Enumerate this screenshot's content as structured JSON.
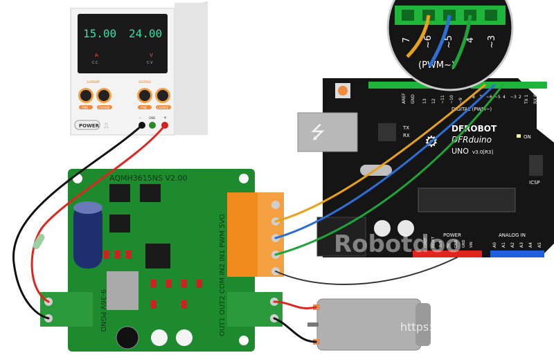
{
  "power_supply": {
    "display_current": "15.00",
    "display_voltage": "24.00",
    "cc_label": "C.C",
    "cv_label": "C.V",
    "current_knob_label": "CURRENT",
    "voltage_knob_label": "VOLTAGE",
    "fine_label": "FINE",
    "coarse_label": "COARSE",
    "power_button_label": "POWER",
    "terminal_minus": "–",
    "terminal_gnd": "GND",
    "terminal_plus": "+"
  },
  "driver_board": {
    "model": "AQMH3615NS V2.00",
    "signal_pins": "OUT1 OUT2 COM IN2 IN1 PWM 5VO",
    "power_pins": "9-36V PGND"
  },
  "arduino": {
    "brand": "DFROBOT",
    "model": "DFRduino",
    "version": "UNO",
    "revision": "v3.0[R3]",
    "digital_label": "DIGITAL (PWM~)",
    "power_label": "POWER",
    "analog_label": "ANALOG IN",
    "icsp_label": "ICSP",
    "on_label": "ON",
    "tx_label": "TX",
    "rx_label": "RX",
    "aref_label": "AREF",
    "gnd_label": "GND",
    "digital_pins": [
      "13",
      "12",
      "~11",
      "~10",
      "~9",
      "8",
      "7",
      "~6",
      "~5",
      "4",
      "~3",
      "2",
      "TX 1",
      "RX 0"
    ],
    "power_pins": [
      "IOREF",
      "RESET",
      "3V3",
      "5V",
      "GND",
      "GND",
      "VIN"
    ],
    "analog_pins": [
      "A0",
      "A1",
      "A2",
      "A3",
      "A4",
      "A5"
    ]
  },
  "zoom_inset": {
    "pins": [
      "7",
      "~6",
      "~5",
      "4",
      "~3"
    ],
    "pwm_label": "(PWM~)"
  },
  "watermark": {
    "brand": "Robotdoo",
    "url": "https://robotdoo.com/"
  },
  "colors": {
    "wire_orange": "#e8a21a",
    "wire_blue": "#2e6fd6",
    "wire_green": "#1fa43a",
    "wire_black": "#111111",
    "wire_red": "#e0241e",
    "pcb_green": "#1e8a2e",
    "arduino_black": "#151515",
    "terminal_orange": "#f08a1c"
  }
}
